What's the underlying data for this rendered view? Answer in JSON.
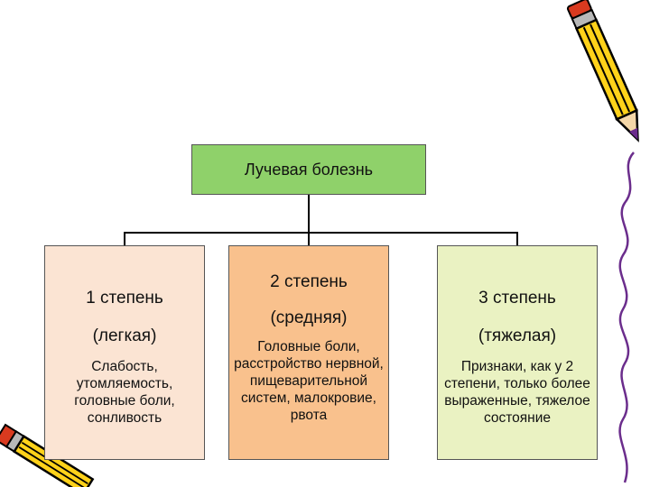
{
  "colors": {
    "root_fill": "#8fd16a",
    "level1_fill": "#fbe4d3",
    "level2_fill": "#f9c18d",
    "level3_fill": "#eaf2c2",
    "border": "#555555",
    "connector": "#000000"
  },
  "diagram": {
    "root": {
      "label": "Лучевая болезнь"
    },
    "children": [
      {
        "degree": "1 степень",
        "severity": "(легкая)",
        "description": "Слабость, утомляемость, головные боли, сонливость"
      },
      {
        "degree": "2 степень",
        "severity": "(средняя)",
        "description": "Головные боли, расстройство нервной, пищеварительной систем, малокровие, рвота"
      },
      {
        "degree": "3 степень",
        "severity": "(тяжелая)",
        "description": "Признаки, как у 2 степени, только более выраженные, тяжелое состояние"
      }
    ]
  },
  "decorations": {
    "pencil_top_right": "pencil-icon",
    "pencil_bottom_left": "pencil-icon",
    "side_squiggle": "squiggle-line"
  }
}
